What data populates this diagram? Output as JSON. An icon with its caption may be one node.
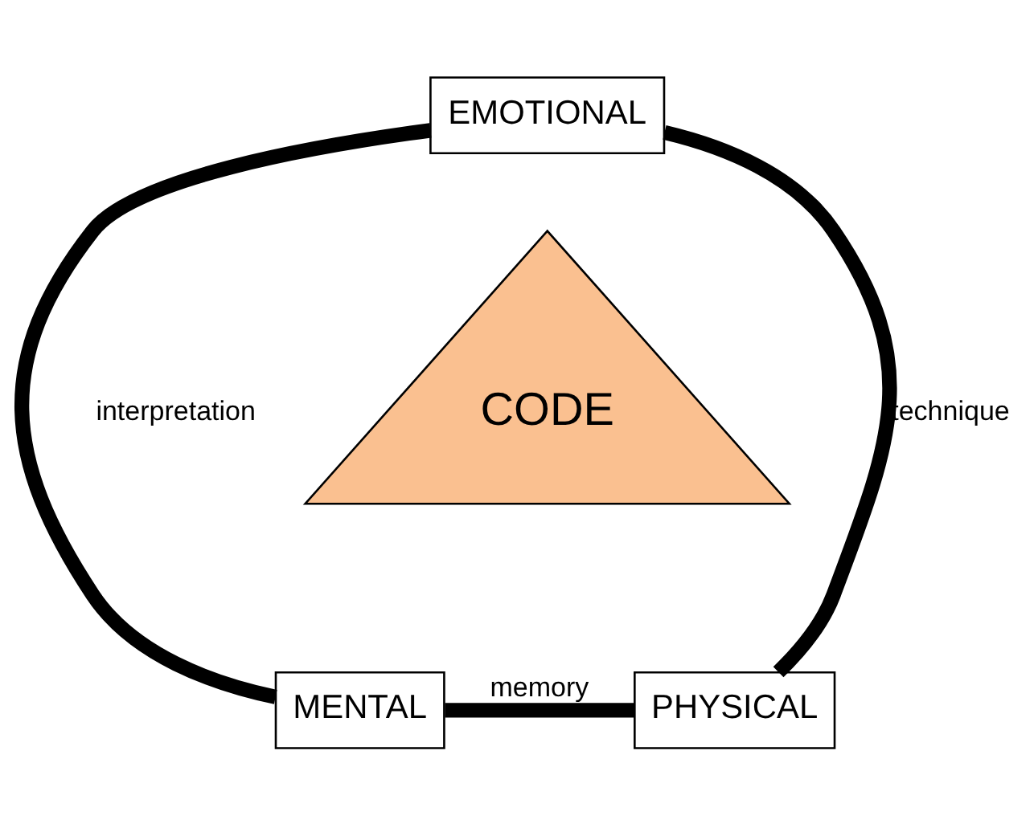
{
  "diagram": {
    "nodes": [
      {
        "text": [
          "EMOTIONAL"
        ]
      },
      {
        "text": [
          "MENTAL"
        ]
      },
      {
        "text": [
          "PHYSICAL"
        ]
      },
      {
        "text": [
          "CODE"
        ]
      }
    ],
    "edges": [
      {
        "from": 0,
        "to": 1,
        "arrow": "none",
        "label": "interpretation"
      },
      {
        "from": 0,
        "to": 2,
        "arrow": "none",
        "label": "technique"
      },
      {
        "from": 1,
        "to": 2,
        "arrow": "none",
        "label": "memory"
      }
    ]
  }
}
